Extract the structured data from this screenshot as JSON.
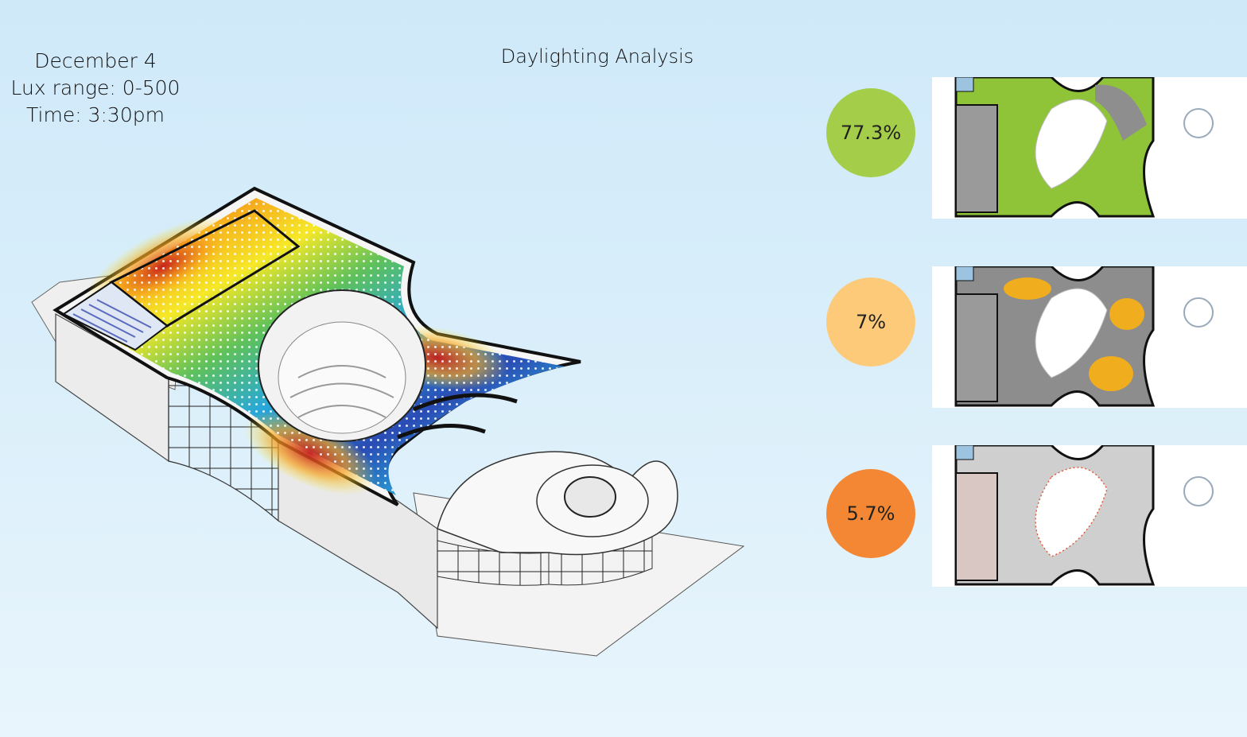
{
  "info": {
    "date": "December 4",
    "lux_range": "Lux range: 0-500",
    "time": "Time: 3:30pm"
  },
  "title": "Daylighting Analysis",
  "results": [
    {
      "value": "77.3%",
      "percent": 77.3,
      "color": "#a4cd4a",
      "fill": "#8fc439"
    },
    {
      "value": "7%",
      "percent": 7,
      "color": "#fdca79",
      "fill": "#f0ad1d"
    },
    {
      "value": "5.7%",
      "percent": 5.7,
      "color": "#f38734",
      "fill": "#e45a3c"
    }
  ],
  "heatmap_colors": [
    "#c41b1b",
    "#f6a21c",
    "#f6e827",
    "#5ec15a",
    "#28a8d8",
    "#2a4cb5"
  ]
}
